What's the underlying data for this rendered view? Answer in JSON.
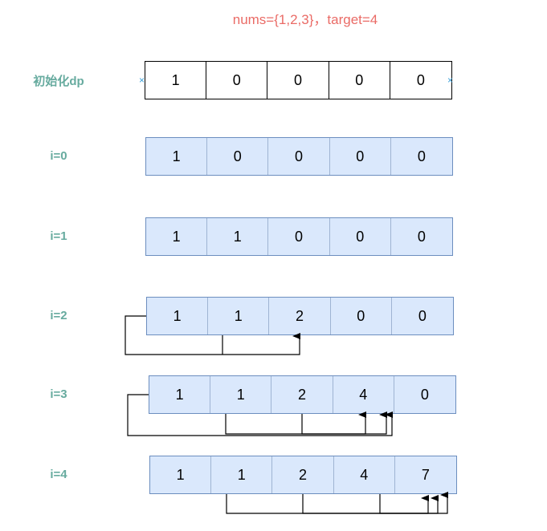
{
  "title": "nums={1,2,3}，target=4",
  "rows": [
    {
      "label": "初始化dp",
      "values": [
        "1",
        "0",
        "0",
        "0",
        "0"
      ],
      "style": "plain"
    },
    {
      "label": "i=0",
      "values": [
        "1",
        "0",
        "0",
        "0",
        "0"
      ],
      "style": "filled"
    },
    {
      "label": "i=1",
      "values": [
        "1",
        "1",
        "0",
        "0",
        "0"
      ],
      "style": "filled"
    },
    {
      "label": "i=2",
      "values": [
        "1",
        "1",
        "2",
        "0",
        "0"
      ],
      "style": "filled"
    },
    {
      "label": "i=3",
      "values": [
        "1",
        "1",
        "2",
        "4",
        "0"
      ],
      "style": "filled"
    },
    {
      "label": "i=4",
      "values": [
        "1",
        "1",
        "2",
        "4",
        "7"
      ],
      "style": "filled"
    }
  ],
  "colors": {
    "title": "#ea6b66",
    "label": "#67ab9f",
    "cell_fill": "#dae8fc",
    "cell_border": "#6c8ebf"
  }
}
